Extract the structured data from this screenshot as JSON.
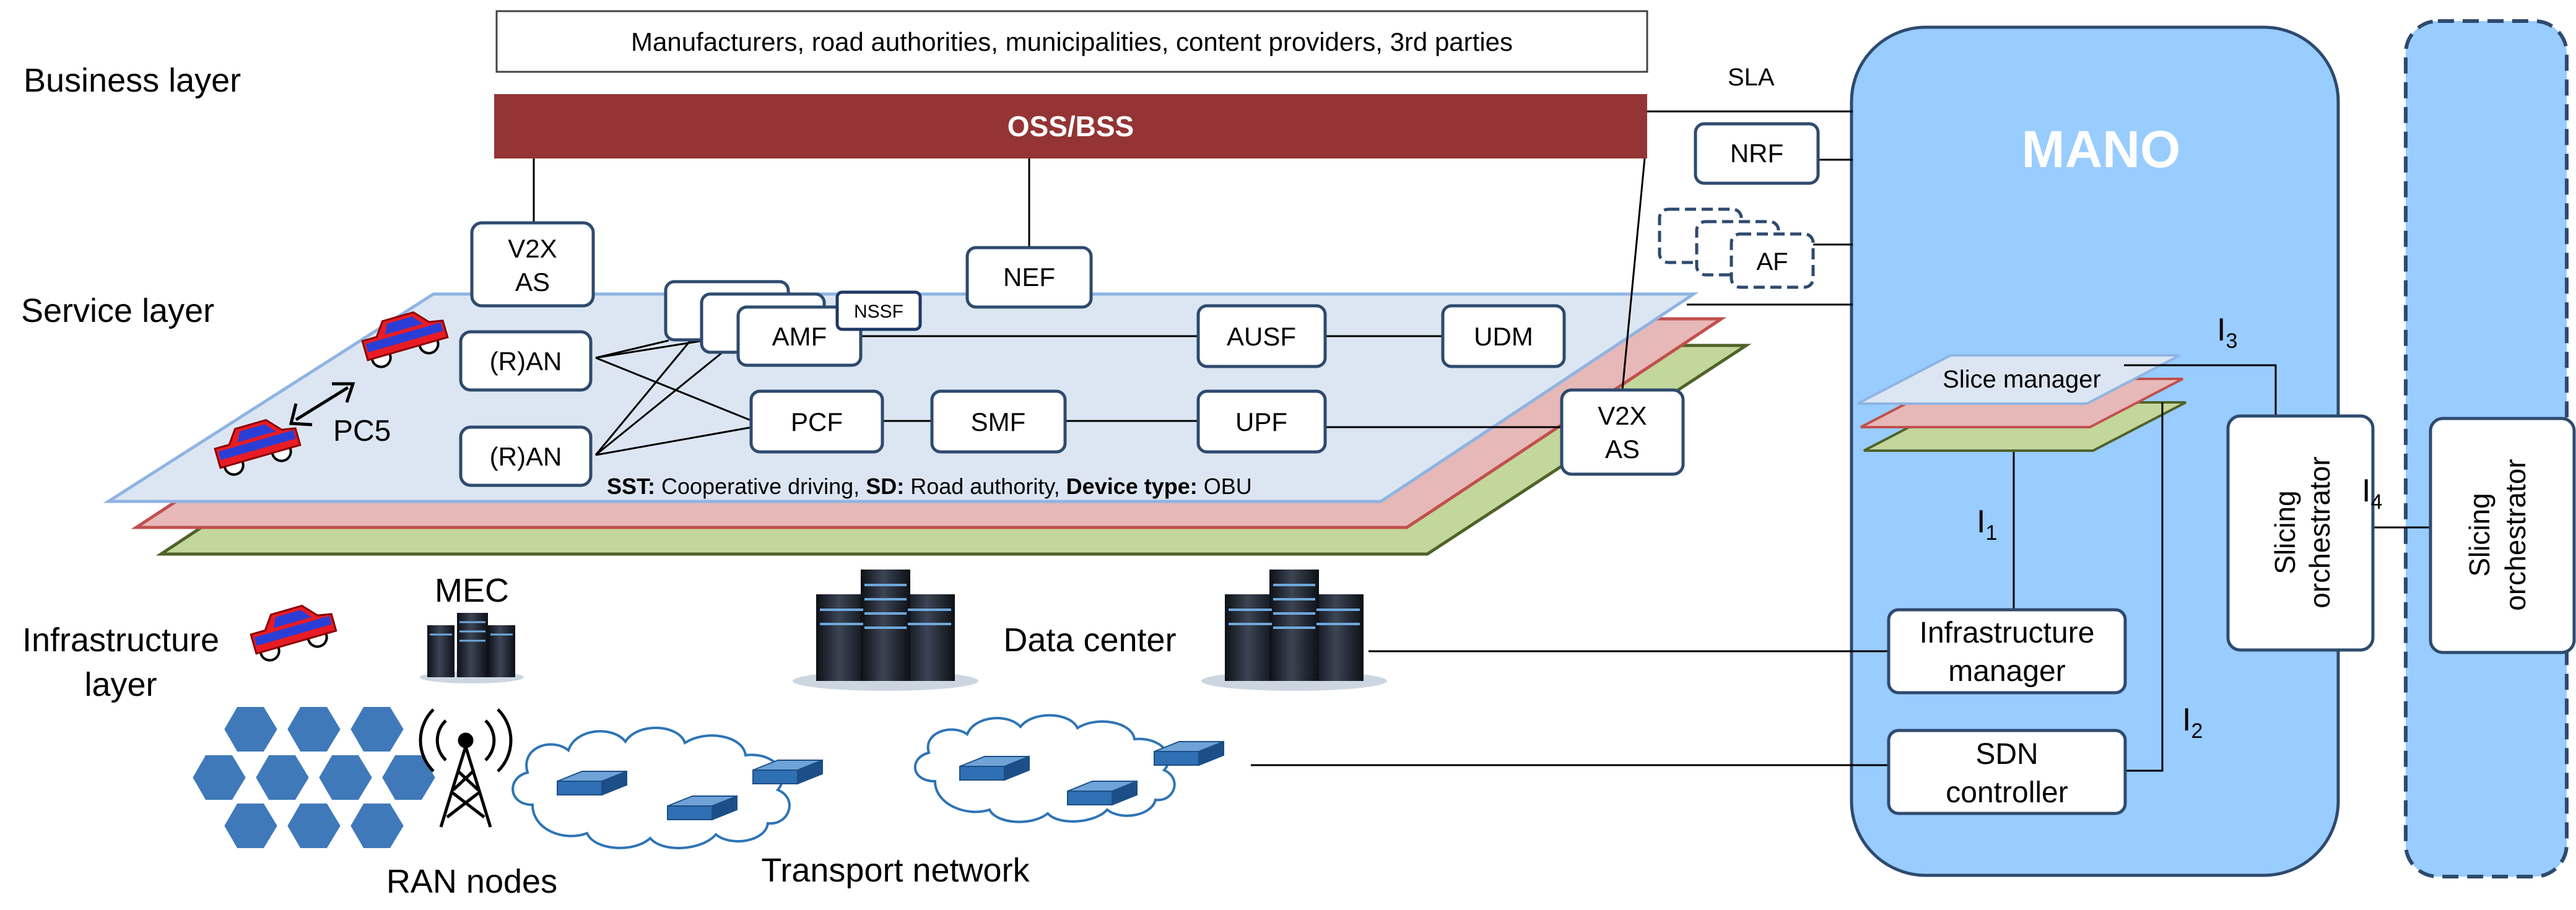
{
  "layers": {
    "business": "Business layer",
    "service": "Service layer",
    "infrastructure_line1": "Infrastructure",
    "infrastructure_line2": "layer"
  },
  "business": {
    "stakeholders": "Manufacturers, road authorities, municipalities, content providers, 3rd parties",
    "oss_bss": "OSS/BSS",
    "sla": "SLA"
  },
  "functions": {
    "v2x_as_line1": "V2X",
    "v2x_as_line2": "AS",
    "ran": "(R)AN",
    "amf": "AMF",
    "nssf": "NSSF",
    "nef": "NEF",
    "ausf": "AUSF",
    "udm": "UDM",
    "pcf": "PCF",
    "smf": "SMF",
    "upf": "UPF",
    "nrf": "NRF",
    "af": "AF",
    "af_partial": "A",
    "pc5": "PC5"
  },
  "slice_info": {
    "sst_label": "SST:",
    "sst_value": " Cooperative driving, ",
    "sd_label": "SD:",
    "sd_value": " Road authority, ",
    "device_label": "Device type:",
    "device_value": " OBU"
  },
  "infrastructure": {
    "mec": "MEC",
    "data_center": "Data center",
    "ran_nodes": "RAN nodes",
    "transport_network": "Transport network"
  },
  "mano": {
    "title": "MANO",
    "slice_manager": "Slice manager",
    "infra_manager_line1": "Infrastructure",
    "infra_manager_line2": "manager",
    "sdn_line1": "SDN",
    "sdn_line2": "controller",
    "slicing_orch_line1": "Slicing",
    "slicing_orch_line2": "orchestrator"
  },
  "interfaces": {
    "i1": "I",
    "i1_sub": "1",
    "i2": "I",
    "i2_sub": "2",
    "i3": "I",
    "i3_sub": "3",
    "i4": "I",
    "i4_sub": "4"
  },
  "colors": {
    "oss_bss": "#943434",
    "mano_fill": "#99ccff",
    "box_border": "#2e4a6e",
    "plane_blue": "#dce6f2",
    "plane_red": "#e6b8b7",
    "plane_green": "#c3d69b",
    "hex_fill": "#3f79b9",
    "car_red": "#e81c24",
    "car_blue": "#2a3ed6"
  }
}
